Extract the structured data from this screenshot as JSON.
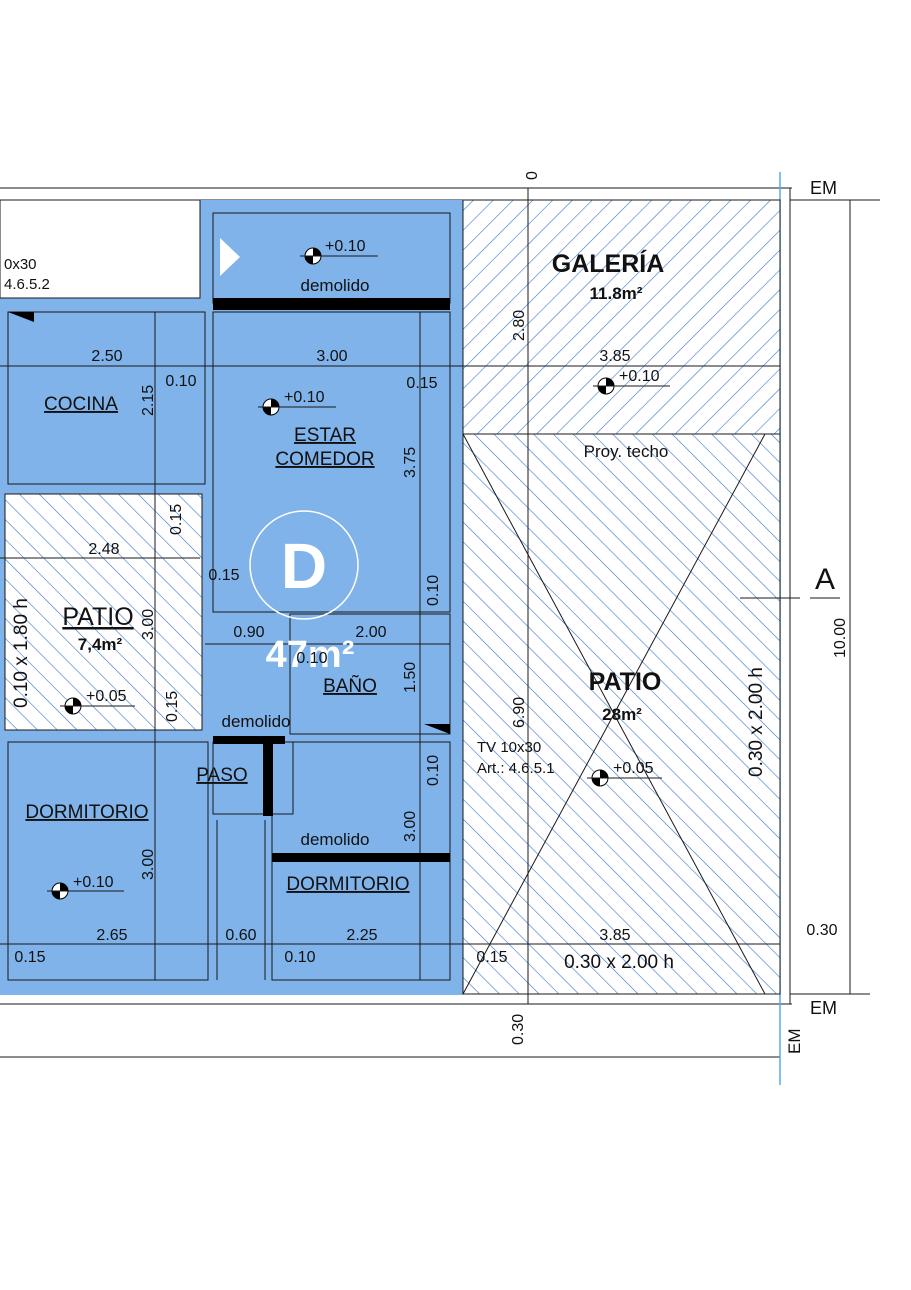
{
  "unit": {
    "letter": "D",
    "area": "47m²"
  },
  "rooms": {
    "galeria": {
      "name": "GALERÍA",
      "area": "11.8m²"
    },
    "patio_big": {
      "name": "PATIO",
      "area": "28m²"
    },
    "patio_small": {
      "name": "PATIO",
      "area": "7,4m²"
    },
    "cocina": "COCINA",
    "estar_line1": "ESTAR",
    "estar_line2": "COMEDOR",
    "bano": "BAÑO",
    "paso": "PASO",
    "dorm_left": "DORMITORIO",
    "dorm_right": "DORMITORIO"
  },
  "notes": {
    "demolido_top": "demolido",
    "demolido_mid": "demolido",
    "demolido_bottom": "demolido",
    "proy_techo": "Proy. techo",
    "tv_line1": "TV 10x30",
    "tv_line2": "Art.: 4.6.5.1",
    "left_note_line1": "0x30",
    "left_note_line2": "4.6.5.2",
    "axis_a": "A",
    "em_top": "EM",
    "em_bottom": "EM",
    "em_vertical": "EM"
  },
  "levels": {
    "l_top": "+0.10",
    "l_estar": "+0.10",
    "l_galeria": "+0.10",
    "l_patio_small": "+0.05",
    "l_patio_big": "+0.05",
    "l_dorm": "+0.10"
  },
  "dims": {
    "d_0": "0",
    "d_2_80": "2.80",
    "d_2_50": "2.50",
    "d_3_00_estar": "3.00",
    "d_3_85_top": "3.85",
    "d_0_10_a": "0.10",
    "d_2_15": "2.15",
    "d_0_15_a": "0.15",
    "d_3_75": "3.75",
    "d_2_48": "2.48",
    "d_0_15_b": "0.15",
    "d_0_15_c": "0.15",
    "d_0_10_b": "0.10",
    "d_3_00_patio": "3.00",
    "d_0_90": "0.90",
    "d_2_00": "2.00",
    "d_0_10_c": "0.10",
    "d_1_50": "1.50",
    "d_0_15_d": "0.15",
    "d_6_90": "6.90",
    "d_0_10_d": "0.10",
    "d_3_00_dorm": "3.00",
    "d_3_00_dorm2": "3.00",
    "d_2_65": "2.65",
    "d_0_60": "0.60",
    "d_2_25": "2.25",
    "d_3_85_bottom": "3.85",
    "d_0_15_e": "0.15",
    "d_0_10_e": "0.10",
    "d_0_15_f": "0.15",
    "d_0_30_right": "0.30",
    "d_0_30_bottom": "0.30",
    "d_10_00": "10.00"
  },
  "openings": {
    "o_patio_small": "0.10 x 1.80 h",
    "o_patio_big_v": "0.30 x 2.00 h",
    "o_patio_big_h": "0.30 x 2.00 h"
  },
  "colors": {
    "room_fill": "#7fb3ea",
    "hatch": "#3a78c8",
    "axis_line": "#5aa8e8",
    "wall": "#000000"
  }
}
